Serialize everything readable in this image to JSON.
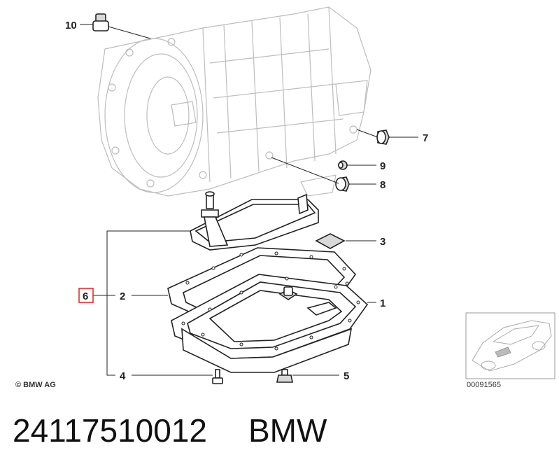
{
  "callouts": {
    "c1": "1",
    "c2": "2",
    "c3": "3",
    "c4": "4",
    "c5": "5",
    "c6": "6",
    "c7": "7",
    "c8": "8",
    "c9": "9",
    "c10": "10"
  },
  "copyright": "© BMW AG",
  "thumbnail_code": "00091565",
  "part_number": "24117510012",
  "brand": "BMW",
  "highlight_color": "#e02020"
}
